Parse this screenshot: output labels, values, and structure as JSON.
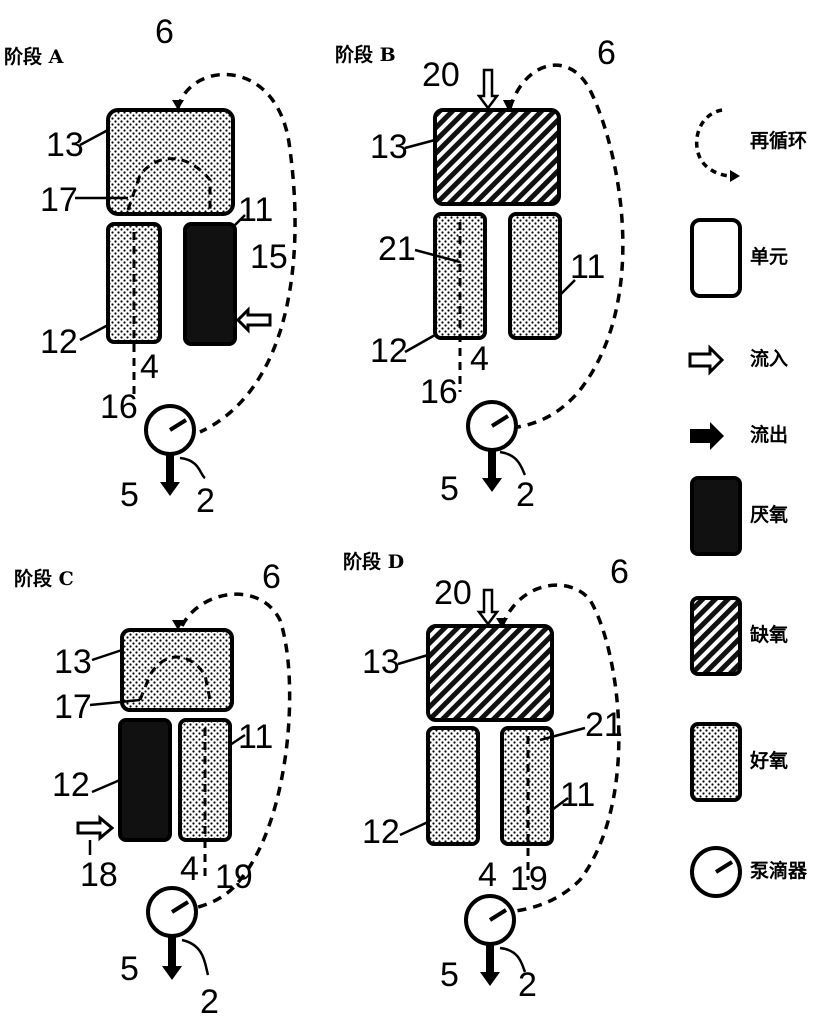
{
  "stages": {
    "a": {
      "title": "阶段 A"
    },
    "b": {
      "title": "阶段 B"
    },
    "c": {
      "title": "阶段 C"
    },
    "d": {
      "title": "阶段 D"
    }
  },
  "numbers": {
    "n2": "2",
    "n4": "4",
    "n5": "5",
    "n6": "6",
    "n11": "11",
    "n12": "12",
    "n13": "13",
    "n15": "15",
    "n16": "16",
    "n17": "17",
    "n18": "18",
    "n19": "19",
    "n20": "20",
    "n21": "21"
  },
  "legend": {
    "recycle": "再循环",
    "unit": "单元",
    "inflow": "流入",
    "outflow": "流出",
    "anaerobic": "厌氧",
    "anoxic": "缺氧",
    "aerobic": "好氧",
    "pump": "泵",
    "pump_suffix": "滴器"
  },
  "colors": {
    "anaerobic": "#111111",
    "line": "#000000",
    "background": "#ffffff"
  }
}
